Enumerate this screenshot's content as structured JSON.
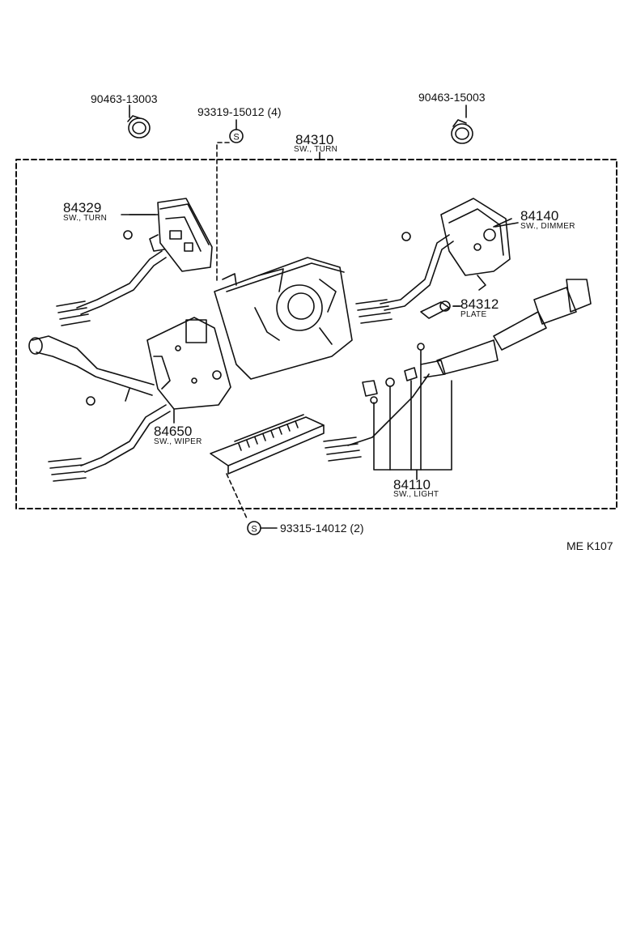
{
  "parts": {
    "clamp_left": {
      "number": "90463-13003"
    },
    "clamp_right": {
      "number": "90463-15003"
    },
    "screw_top": {
      "number": "93319-15012 (4)",
      "symbol": "S"
    },
    "turn_switch_assy": {
      "number": "84310",
      "desc": "SW., TURN"
    },
    "turn_switch": {
      "number": "84329",
      "desc": "SW., TURN"
    },
    "dimmer_switch": {
      "number": "84140",
      "desc": "SW., DIMMER"
    },
    "plate": {
      "number": "84312",
      "desc": "PLATE"
    },
    "wiper_switch": {
      "number": "84650",
      "desc": "SW., WIPER"
    },
    "light_switch": {
      "number": "84110",
      "desc": "SW., LIGHT"
    },
    "screw_bottom": {
      "number": "93315-14012 (2)",
      "symbol": "S"
    }
  },
  "diagram_code": "ME K107",
  "colors": {
    "ink": "#111111",
    "paper": "#ffffff"
  }
}
